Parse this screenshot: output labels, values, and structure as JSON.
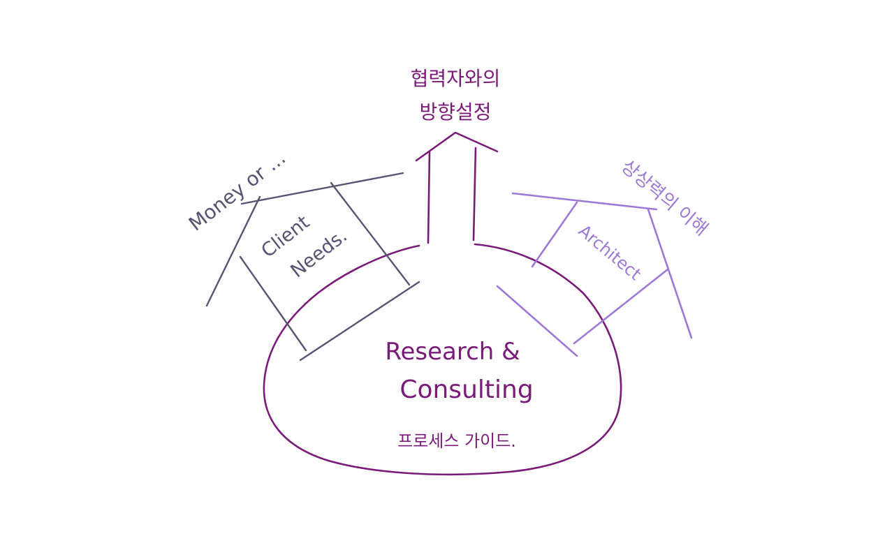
{
  "diagram": {
    "top_label_line1": "협력자와의",
    "top_label_line2": "방향설정",
    "left_label": "Money or ...",
    "left_box_line1": "Client",
    "left_box_line2": "Needs.",
    "right_label": "상상력의 이해",
    "right_box_label": "Architect",
    "center_line1": "Research &",
    "center_line2": "Consulting",
    "center_line3": "프로세스 가이드."
  },
  "colors": {
    "deep_purple": "#7a1a78",
    "slate_gray": "#5a5273",
    "lavender": "#9c79d6"
  }
}
